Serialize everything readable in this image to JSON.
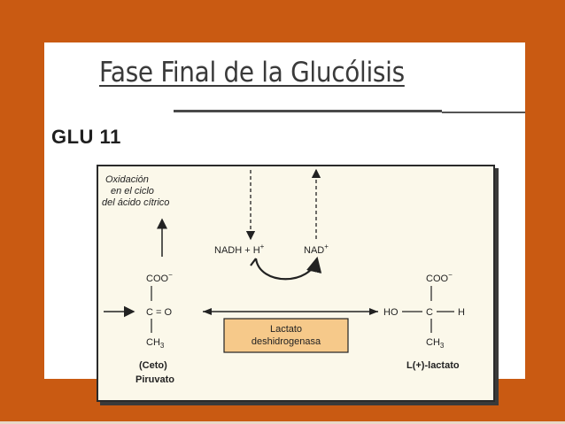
{
  "slide": {
    "title": "Fase Final de la Glucólisis",
    "subtitle": "GLU 11"
  },
  "diagram": {
    "oxidation": [
      "Oxidación",
      "en el ciclo",
      "del ácido cítrico"
    ],
    "nadh": "NADH + H",
    "nadh_sup": "+",
    "nad": "NAD",
    "nad_sup": "+",
    "enzyme": [
      "Lactato",
      "deshidrogenasa"
    ],
    "pyruvate": {
      "coo": "COO",
      "coo_sup": "−",
      "bond": "|",
      "carbonyl": "C = O",
      "ch3": "CH",
      "ch3_sub": "3",
      "name_line1": "(Ceto)",
      "name_line2": "Piruvato"
    },
    "lactate": {
      "coo": "COO",
      "coo_sup": "−",
      "ho": "HO",
      "c": "C",
      "h": "H",
      "ch3": "CH",
      "ch3_sub": "3",
      "name": "L(+)-lactato"
    }
  }
}
